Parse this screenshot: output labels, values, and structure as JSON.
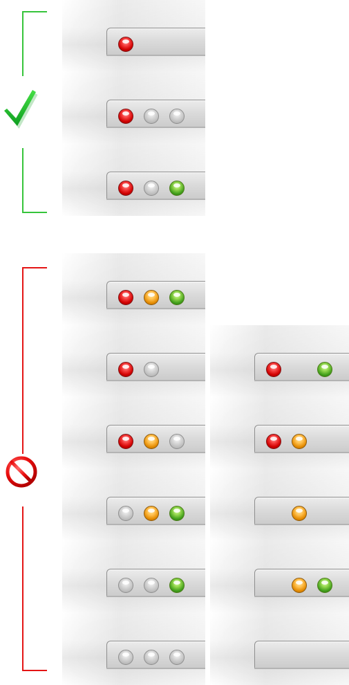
{
  "accents": {
    "green_bracket": "#35c43a",
    "red_bracket": "#e41414",
    "traffic_red": "#d90f0f",
    "traffic_yellow": "#e69413",
    "traffic_green": "#5db430",
    "traffic_gray": "#bdbdbd"
  },
  "icons": {
    "acceptable": "check-icon",
    "prohibited": "prohibit-icon"
  },
  "samples": {
    "allowed": [
      {
        "lights": [
          "red"
        ]
      },
      {
        "lights": [
          "red",
          "gray",
          "gray"
        ]
      },
      {
        "lights": [
          "red",
          "gray",
          "green"
        ]
      }
    ],
    "disallowed_left": [
      {
        "lights": [
          "red",
          "yellow",
          "green"
        ]
      },
      {
        "lights": [
          "red",
          "gray"
        ]
      },
      {
        "lights": [
          "red",
          "yellow",
          "gray"
        ]
      },
      {
        "lights": [
          "gray",
          "yellow",
          "green"
        ]
      },
      {
        "lights": [
          "gray",
          "gray",
          "green"
        ]
      },
      {
        "lights": [
          "gray",
          "gray",
          "gray"
        ]
      }
    ],
    "disallowed_right": [
      {
        "lights": [
          "red",
          "blank",
          "green"
        ]
      },
      {
        "lights": [
          "red",
          "yellow"
        ]
      },
      {
        "lights": [
          "blank",
          "yellow"
        ]
      },
      {
        "lights": [
          "blank",
          "yellow",
          "green"
        ]
      },
      {
        "lights": []
      }
    ]
  }
}
